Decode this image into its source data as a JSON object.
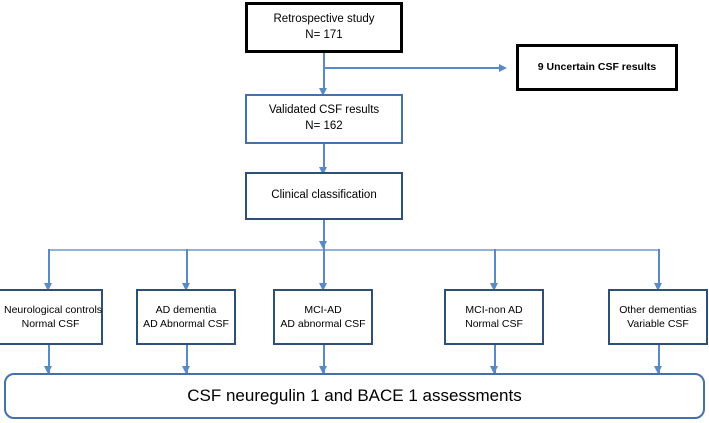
{
  "diagram": {
    "type": "flowchart",
    "title": "Retrospective study participant flow",
    "colors": {
      "connector": "#5a8ac6",
      "border_black": "#000000",
      "border_navy": "#2e5077",
      "border_blue": "#4472a8",
      "background": "#ffffff",
      "text": "#000000"
    },
    "nodes": [
      {
        "id": "retrospective-study",
        "line1": "Retrospective study",
        "line2": "N= 171"
      },
      {
        "id": "uncertain-csf",
        "line1": "9 Uncertain CSF results"
      },
      {
        "id": "validated-csf",
        "line1": "Validated CSF results",
        "line2": "N= 162"
      },
      {
        "id": "clinical-classification",
        "line1": "Clinical classification"
      },
      {
        "id": "neurological-controls",
        "line1": "Neurological controls",
        "line2": "Normal CSF"
      },
      {
        "id": "ad-dementia",
        "line1": "AD dementia",
        "line2": "AD Abnormal CSF"
      },
      {
        "id": "mci-ad",
        "line1": "MCI-AD",
        "line2": "AD abnormal CSF"
      },
      {
        "id": "mci-non-ad",
        "line1": "MCI-non AD",
        "line2": "Normal CSF"
      },
      {
        "id": "other-dementias",
        "line1": "Other dementias",
        "line2": "Variable CSF"
      },
      {
        "id": "assessments",
        "line1": "CSF neuregulin 1 and BACE 1 assessments"
      }
    ]
  }
}
